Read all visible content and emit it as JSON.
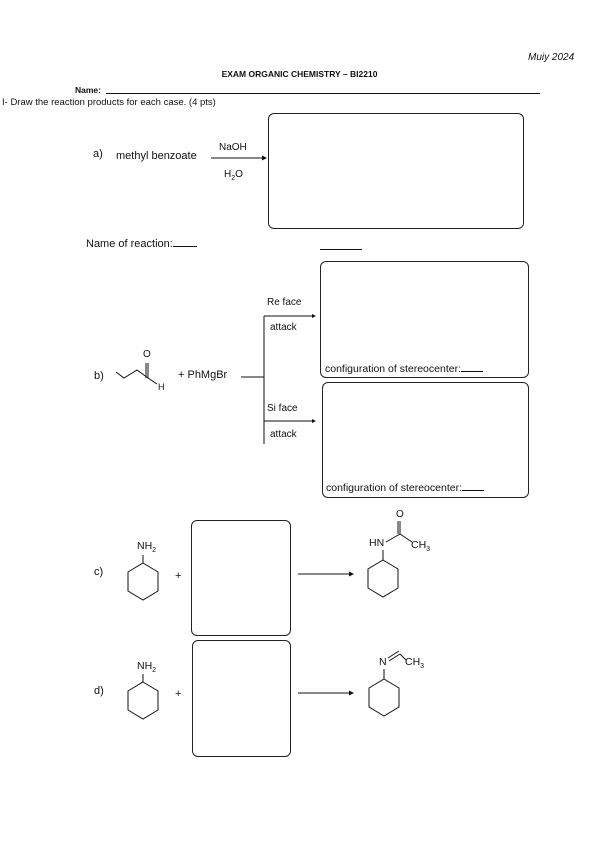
{
  "header": {
    "date": "Muiy 2024",
    "title": "EXAM ORGANIC CHEMISTRY – BI2210",
    "name_label": "Name:",
    "instruction": "I- Draw the reaction products for each case. (4 pts)"
  },
  "part_a": {
    "label": "a)",
    "reactant": "methyl benzoate",
    "reagent_top": "NaOH",
    "reagent_bottom": "H",
    "reagent_bottom_sub": "2",
    "reagent_bottom_end": "O",
    "name_of_reaction_label": "Name of reaction:"
  },
  "part_b": {
    "label": "b)",
    "carbonyl_o": "O",
    "aldehyde_h": "H",
    "reagent": "+ PhMgBr",
    "re_face_line1": "Re face",
    "re_face_line2": "attack",
    "si_face_line1": "Si face",
    "si_face_line2": "attack",
    "config_label": "configuration of stereocenter:"
  },
  "part_c": {
    "label": "c)",
    "nh2_n": "NH",
    "nh2_sub": "2",
    "plus": "+",
    "product_o": "O",
    "product_hn": "HN",
    "product_ch": "CH",
    "product_ch_sub": "3"
  },
  "part_d": {
    "label": "d)",
    "nh2_n": "NH",
    "nh2_sub": "2",
    "plus": "+",
    "product_n": "N",
    "product_ch": "CH",
    "product_ch_sub": "3"
  }
}
